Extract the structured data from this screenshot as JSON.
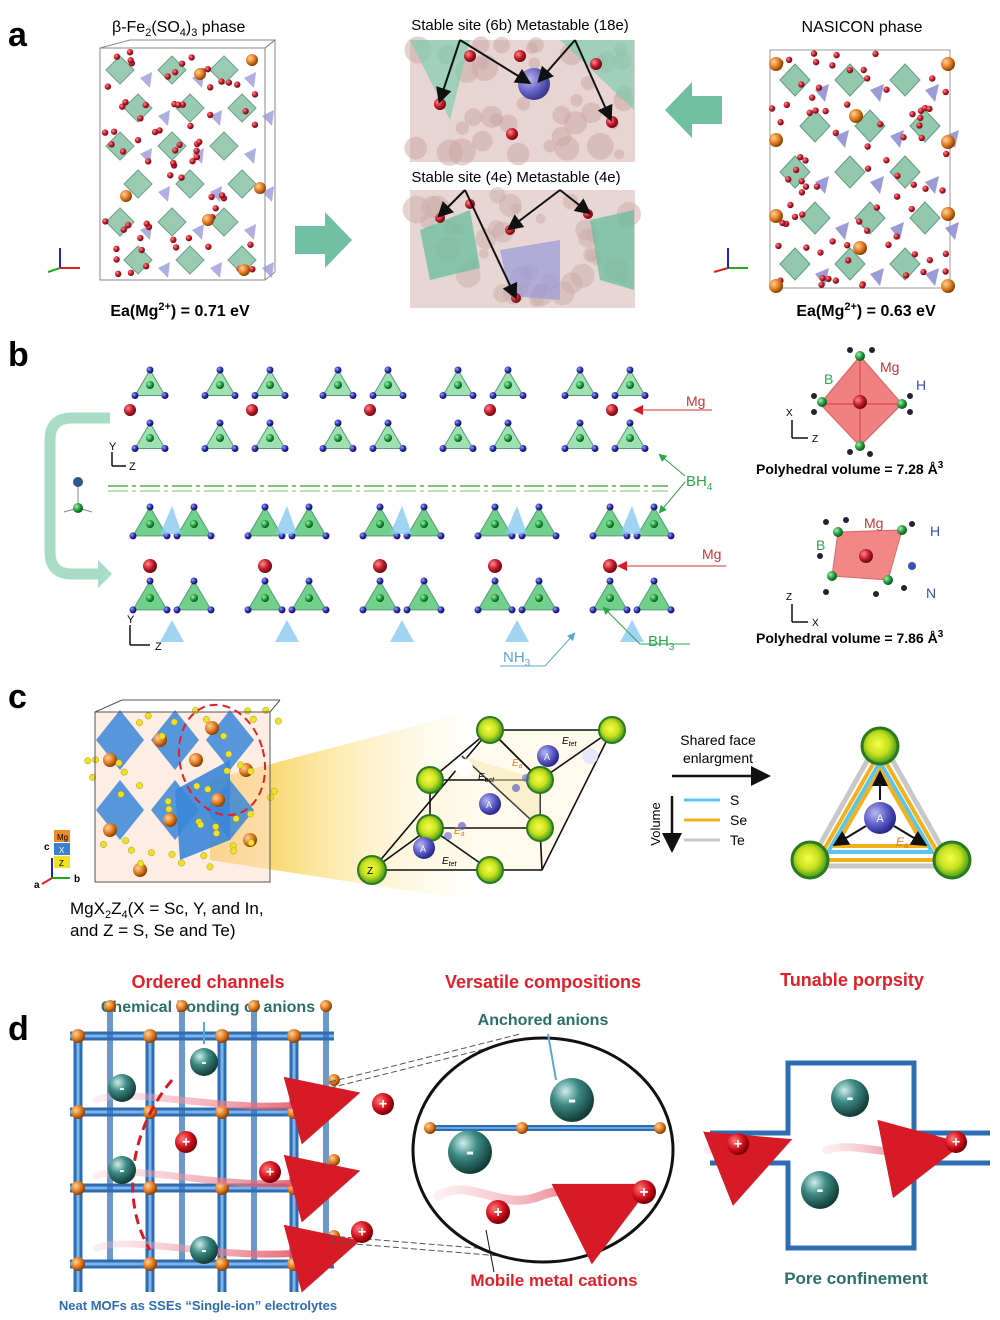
{
  "panel_a": {
    "letter": "a",
    "left_phase_prefix": "β-Fe",
    "left_phase_sub1": "2",
    "left_phase_mid": "(SO",
    "left_phase_sub2": "4",
    "left_phase_mid2": ")",
    "left_phase_sub3": "3",
    "left_phase_suffix": " phase",
    "right_phase": "NASICON phase",
    "site_label_top": "Stable site (6b) Metastable (18e)",
    "site_label_bottom": "Stable site (4e) Metastable (4e)",
    "ea_prefix": "Ea(Mg",
    "ea_sup": "2+",
    "ea_left_value": ") = 0.71 eV",
    "ea_right_value": ") = 0.63 eV"
  },
  "panel_b": {
    "letter": "b",
    "mg_label_top": "Mg",
    "bh4_label": "BH",
    "bh4_sub": "4",
    "mg_label_bottom": "Mg",
    "bh3_label": "BH",
    "bh3_sub": "3",
    "nh3_label": "NH",
    "nh3_sub": "3",
    "axis_y": "Y",
    "axis_z": "Z",
    "axis_x": "X",
    "oct_mg": "Mg",
    "oct_b": "B",
    "oct_h": "H",
    "oct_volume": "Polyhedral volume =  7.28 Å",
    "oct_volume_sup": "3",
    "poly_mg": "Mg",
    "poly_b": "B",
    "poly_h": "H",
    "poly_n": "N",
    "poly_volume": "Polyhedral volume =  7.86 Å",
    "poly_volume_sup": "3"
  },
  "panel_c": {
    "letter": "c",
    "formula_line1_a": "MgX",
    "formula_line1_sub1": "2",
    "formula_line1_b": "Z",
    "formula_line1_sub2": "4",
    "formula_line1_c": "(X = Sc, Y, and In,",
    "formula_line2": "and Z = S, Se and Te)",
    "legend_mg": "Mg",
    "legend_x": "X",
    "legend_z": "Z",
    "axis_c": "c",
    "axis_a": "a",
    "axis_b": "b",
    "site_a": "A",
    "site_z": "Z",
    "e_tet": "E",
    "e_tet_sub": "tet",
    "e_oct_sub": "oct",
    "e_a_sub": "a",
    "arrow_label_line1": "Shared face",
    "arrow_label_line2": "enlargment",
    "volume_label": "Volume",
    "legend_s": "S",
    "legend_se": "Se",
    "legend_te": "Te",
    "colors": {
      "s": "#5bc6e8",
      "se": "#f5b01e",
      "te": "#c8c8c8"
    }
  },
  "panel_d": {
    "letter": "d",
    "title_left": "Ordered channels",
    "subtitle_left": "Chemical bonding of anions",
    "title_mid": "Versatile compositions",
    "subtitle_mid": "Anchored anions",
    "title_right": "Tunable porpsity",
    "caption_mid": "Mobile metal cations",
    "caption_right": "Pore confinement",
    "caption_left": "Neat MOFs as SSEs “Single-ion” electrolytes",
    "plus": "+",
    "minus": "-",
    "colors": {
      "title_red": "#e0202a",
      "teal": "#2b6f6a",
      "frame_blue": "#2f6db3"
    }
  }
}
